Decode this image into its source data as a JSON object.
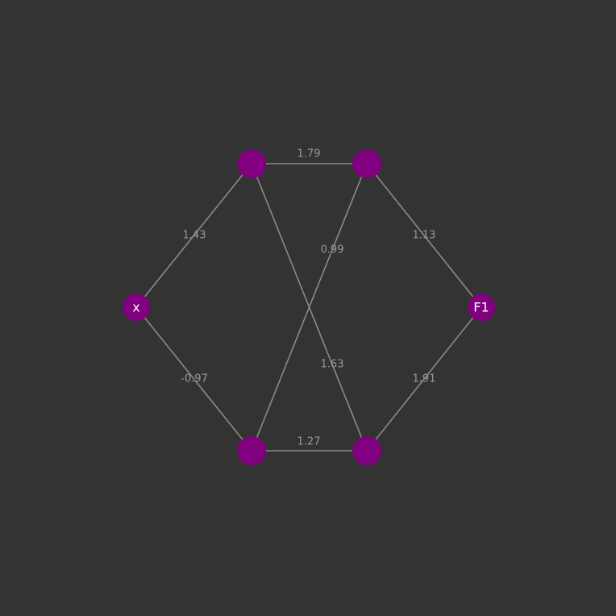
{
  "colors": {
    "background": "#333333",
    "node": "#800080",
    "edge": "#8a8a8a",
    "edge_label": "#999999",
    "node_label": "#ffffff"
  },
  "nodes": [
    {
      "id": "x",
      "label": "x"
    },
    {
      "id": "a",
      "label": ""
    },
    {
      "id": "b",
      "label": ""
    },
    {
      "id": "c",
      "label": ""
    },
    {
      "id": "d",
      "label": ""
    },
    {
      "id": "f1",
      "label": "F1"
    }
  ],
  "edges": [
    {
      "from": "x",
      "to": "a",
      "weight": "1.43"
    },
    {
      "from": "x",
      "to": "c",
      "weight": "-0.97"
    },
    {
      "from": "a",
      "to": "b",
      "weight": "1.79"
    },
    {
      "from": "a",
      "to": "d",
      "weight": "1.63"
    },
    {
      "from": "c",
      "to": "b",
      "weight": "0.99"
    },
    {
      "from": "c",
      "to": "d",
      "weight": "1.27"
    },
    {
      "from": "b",
      "to": "f1",
      "weight": "1.13"
    },
    {
      "from": "d",
      "to": "f1",
      "weight": "1.91"
    }
  ]
}
